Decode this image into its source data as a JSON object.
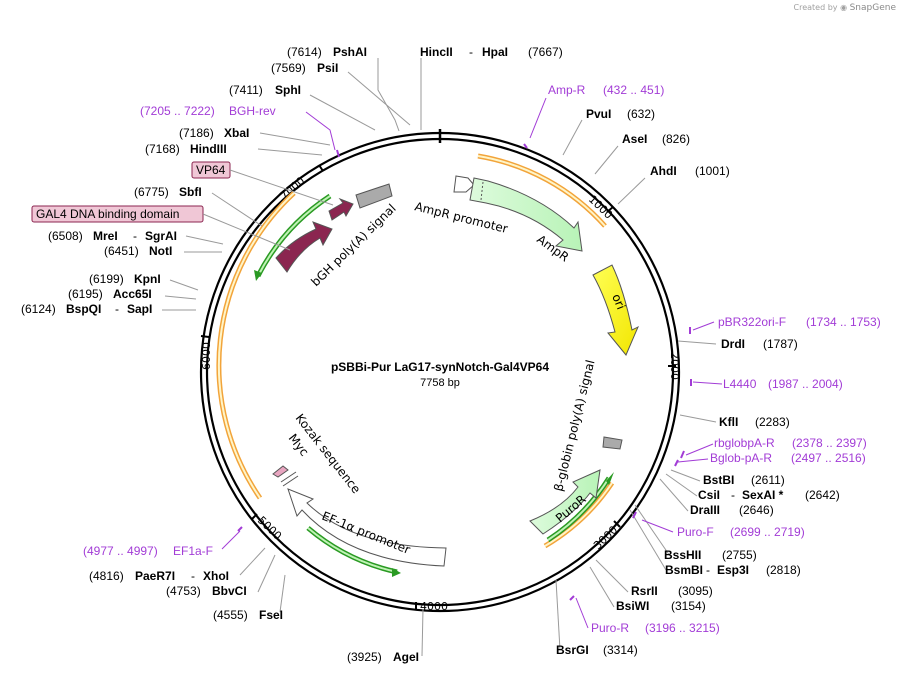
{
  "credit": {
    "prefix": "Created by",
    "brand": "SnapGene"
  },
  "plasmid": {
    "name": "pSBBi-Pur LaG17-synNotch-Gal4VP64",
    "size": "7758 bp"
  },
  "ticks": [
    "1000",
    "2000",
    "3000",
    "4000",
    "5000",
    "6000",
    "7000"
  ],
  "sites": [
    {
      "pos": "(7614)",
      "name": "PshAI"
    },
    {
      "name": "HincII",
      "name2": "HpaI",
      "pos": "(7667)"
    },
    {
      "pos": "(7569)",
      "name": "PsiI"
    },
    {
      "pos": "(7411)",
      "name": "SphI"
    },
    {
      "pos": "(7186)",
      "name": "XbaI"
    },
    {
      "pos": "(7168)",
      "name": "HindIII"
    },
    {
      "pos": "(6775)",
      "name": "SbfI"
    },
    {
      "pos": "(6508)",
      "name": "MreI",
      "name2": "SgrAI"
    },
    {
      "pos": "(6451)",
      "name": "NotI"
    },
    {
      "pos": "(6199)",
      "name": "KpnI"
    },
    {
      "pos": "(6195)",
      "name": "Acc65I"
    },
    {
      "pos": "(6124)",
      "name": "BspQI",
      "name2": "SapI"
    },
    {
      "name": "PvuI",
      "pos": "(632)"
    },
    {
      "name": "AseI",
      "pos": "(826)"
    },
    {
      "name": "AhdI",
      "pos": "(1001)"
    },
    {
      "name": "DrdI",
      "pos": "(1787)"
    },
    {
      "name": "KflI",
      "pos": "(2283)"
    },
    {
      "name": "BstBI",
      "pos": "(2611)"
    },
    {
      "name": "CsiI",
      "name2": "SexAI *",
      "pos": "(2642)"
    },
    {
      "name": "DraIII",
      "pos": "(2646)"
    },
    {
      "name": "BssHII",
      "pos": "(2755)"
    },
    {
      "name": "BsmBI",
      "name2": "Esp3I",
      "pos": "(2818)"
    },
    {
      "name": "RsrII",
      "pos": "(3095)"
    },
    {
      "name": "BsiWI",
      "pos": "(3154)"
    },
    {
      "name": "BsrGI",
      "pos": "(3314)"
    },
    {
      "pos": "(3925)",
      "name": "AgeI"
    },
    {
      "pos": "(4555)",
      "name": "FseI"
    },
    {
      "pos": "(4753)",
      "name": "BbvCI"
    },
    {
      "pos": "(4816)",
      "name": "PaeR7I",
      "name2": "XhoI"
    }
  ],
  "primers": [
    {
      "name": "Amp-R",
      "range": "(432 .. 451)"
    },
    {
      "range": "(7205 .. 7222)",
      "name": "BGH-rev"
    },
    {
      "name": "pBR322ori-F",
      "range": "(1734 .. 1753)"
    },
    {
      "name": "L4440",
      "range": "(1987 .. 2004)"
    },
    {
      "name": "rbglobpA-R",
      "range": "(2378 .. 2397)"
    },
    {
      "name": "Bglob-pA-R",
      "range": "(2497 .. 2516)"
    },
    {
      "name": "Puro-F",
      "range": "(2699 .. 2719)"
    },
    {
      "name": "Puro-R",
      "range": "(3196 .. 3215)"
    },
    {
      "range": "(4977 .. 4997)",
      "name": "EF1a-F"
    }
  ],
  "boxed_features": [
    "VP64",
    "GAL4 DNA binding domain"
  ],
  "features": [
    "AmpR promoter",
    "AmpR",
    "ori",
    "β-globin poly(A) signal",
    "PuroR",
    "EF-1α promoter",
    "Kozak sequence",
    "Myc",
    "bGH poly(A) signal"
  ]
}
